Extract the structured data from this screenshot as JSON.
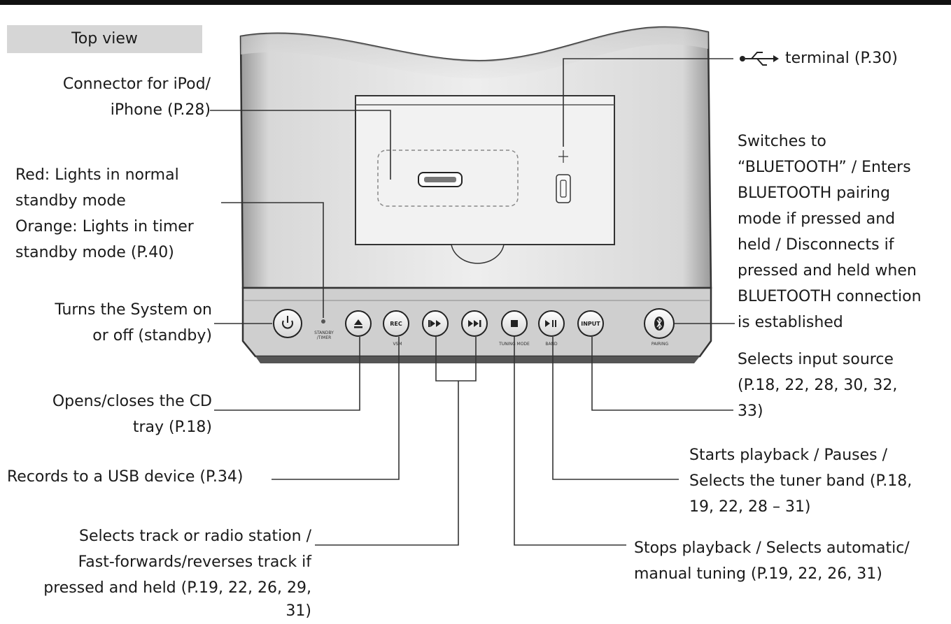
{
  "section_tag": "Top view",
  "callouts": {
    "usb_terminal": "terminal (P.30)",
    "ipod_connector": [
      "Connector for iPod/",
      "iPhone (P.28)"
    ],
    "standby_indicator": [
      "Red: Lights in normal",
      "standby mode",
      "Orange: Lights in timer",
      "standby mode (P.40)"
    ],
    "power": [
      "Turns the System on",
      "or off (standby)"
    ],
    "eject": [
      "Opens/closes the CD",
      "tray (P.18)"
    ],
    "record": [
      "Records to a USB device (P.34)"
    ],
    "skip": [
      "Selects track or radio station /",
      "Fast-forwards/reverses track if",
      "pressed and held (P.19, 22, 26, 29,",
      "31)"
    ],
    "bluetooth": [
      "Switches to",
      "“BLUETOOTH” / Enters",
      "BLUETOOTH pairing",
      "mode if pressed and",
      "held / Disconnects if",
      "pressed and held when",
      "BLUETOOTH connection",
      "is established"
    ],
    "input": [
      "Selects input source",
      "(P.18, 22, 28, 30, 32,",
      "33)"
    ],
    "play": [
      "Starts playback / Pauses /",
      "Selects the tuner band (P.18,",
      "19, 22, 28 – 31)"
    ],
    "stop": [
      "Stops playback / Selects automatic/",
      "manual tuning (P.19, 22, 26, 31)"
    ]
  },
  "device_text": {
    "standby_timer": [
      "STANDBY",
      "/TIMER"
    ],
    "rec": "REC",
    "vsm": "VSM",
    "tuning_mode": "TUNING MODE",
    "band": "BAND",
    "input": "INPUT",
    "pairing": "PAIRING"
  },
  "icons": [
    "usb-icon",
    "power-icon",
    "eject-icon",
    "prev-icon",
    "next-icon",
    "stop-icon",
    "play-pause-icon",
    "bluetooth-icon",
    "dock-connector-icon"
  ]
}
